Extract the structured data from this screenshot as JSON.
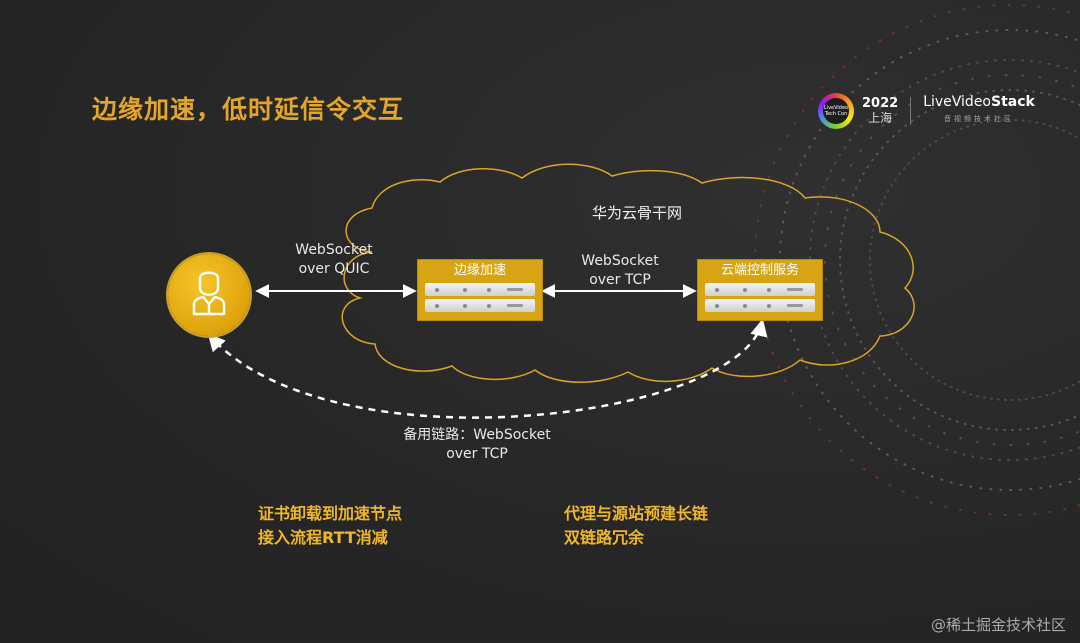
{
  "title": "边缘加速，低时延信令交互",
  "logo": {
    "badge_text": "LiveVideo Tech Con",
    "year": "2022",
    "city": "上海",
    "brand_prefix": "LiveVideo",
    "brand_suffix": "Stack",
    "brand_sub": "音视频技术社区"
  },
  "cloud_label": "华为云骨干网",
  "nodes": {
    "edge": "边缘加速",
    "control": "云端控制服务"
  },
  "links": {
    "user_edge_1": "WebSocket",
    "user_edge_2": "over QUIC",
    "edge_cloud_1": "WebSocket",
    "edge_cloud_2": "over TCP",
    "backup_1": "备用链路：WebSocket",
    "backup_2": "over TCP"
  },
  "notes": {
    "left_1": "证书卸载到加速节点",
    "left_2": "接入流程RTT消减",
    "right_1": "代理与源站预建长链",
    "right_2": "双链路冗余"
  },
  "watermark": "@稀土掘金技术社区",
  "colors": {
    "accent": "#e3a52a",
    "server": "#d7a414",
    "background": "#262626"
  }
}
